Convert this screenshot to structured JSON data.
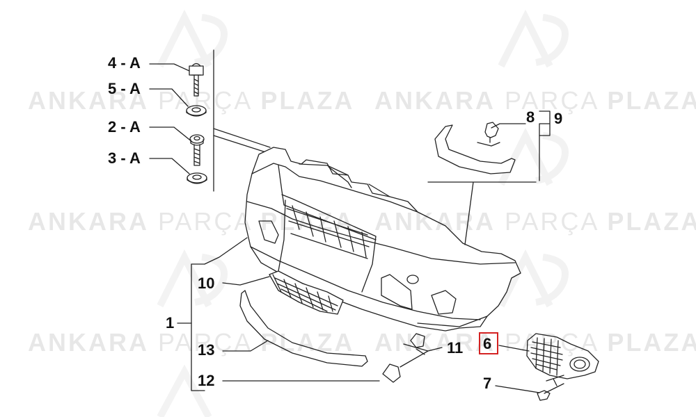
{
  "watermark": {
    "part1": "ANKARA",
    "part2": "PARÇA",
    "part3": "PLAZA"
  },
  "callouts": {
    "c4a": "4 - A",
    "c5a": "5 - A",
    "c2a": "2 - A",
    "c3a": "3 - A",
    "c1": "1",
    "c6": "6",
    "c7": "7",
    "c8": "8",
    "c9": "9",
    "c10": "10",
    "c11": "11",
    "c12": "12",
    "c13": "13"
  },
  "colors": {
    "line": "#222222",
    "highlight": "#d42222",
    "watermark_red": "#c0392b"
  }
}
